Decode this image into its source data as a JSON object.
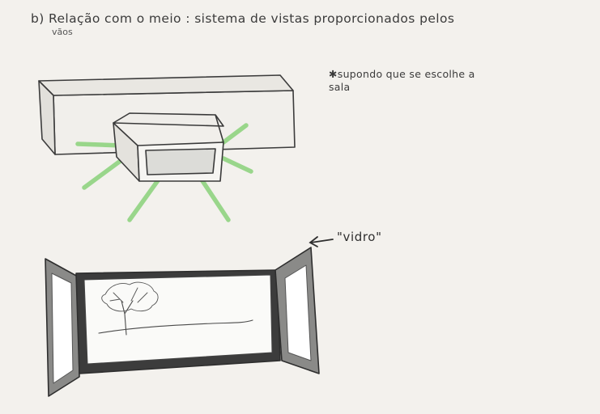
{
  "heading": {
    "line1": "b) Relação com o meio : sistema de vistas proporcionados pelos",
    "line2": "vãos"
  },
  "note": {
    "line1": "✱supondo que se escolhe a",
    "line2": "sala"
  },
  "glass_label": "\"vidro\"",
  "colors": {
    "paper": "#f3f1ed",
    "pencil": "#3a3a3a",
    "view_rays": "#7fcf6e",
    "wall_shade": "#6e6e6e",
    "glass_fill": "#ffffff"
  }
}
